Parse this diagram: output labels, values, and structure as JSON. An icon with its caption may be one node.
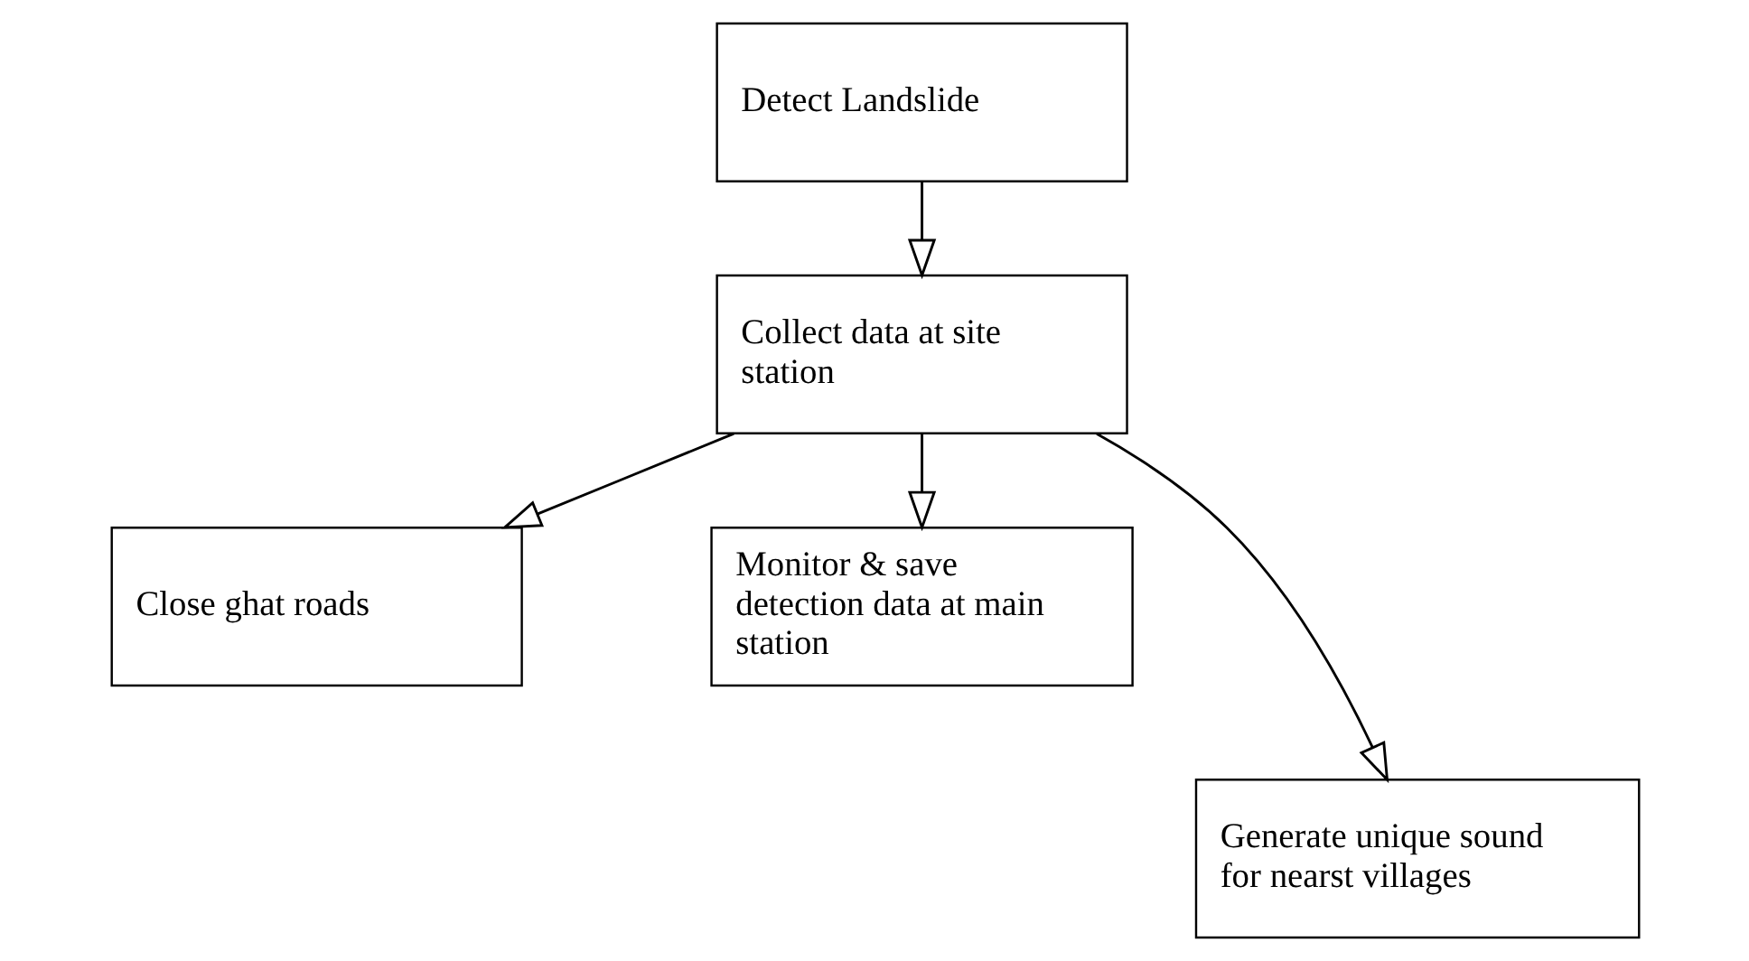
{
  "diagram": {
    "nodes": [
      {
        "text": [
          "Detect Landslide"
        ]
      },
      {
        "text": [
          "Collect data at site station"
        ]
      },
      {
        "text": [
          "Close ghat roads"
        ]
      },
      {
        "text": [
          "Monitor & save detection data at main station"
        ]
      },
      {
        "text": [
          "Generate unique sound for nearst villages"
        ]
      }
    ],
    "edges": [
      {
        "from": 0,
        "to": 1,
        "arrow": "to"
      },
      {
        "from": 1,
        "to": 2,
        "arrow": "to"
      },
      {
        "from": 1,
        "to": 3,
        "arrow": "to"
      },
      {
        "from": 1,
        "to": 4,
        "arrow": "to"
      }
    ]
  }
}
